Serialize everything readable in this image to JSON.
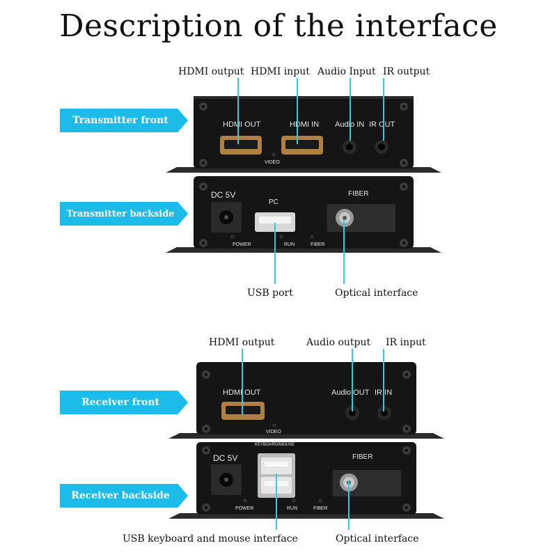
{
  "title": "Description of the interface",
  "callouts": {
    "tx_hdmi_output": "HDMI output",
    "tx_hdmi_input": "HDMI input",
    "tx_audio_input": "Audio Input",
    "tx_ir_output": "IR output",
    "tx_usb_port": "USB port",
    "tx_optical": "Optical interface",
    "rx_hdmi_output": "HDMI output",
    "rx_audio_output": "Audio output",
    "rx_ir_input": "IR input",
    "rx_usb_keyboard_mouse": "USB keyboard and mouse interface",
    "rx_optical": "Optical interface"
  },
  "tags": {
    "transmitter_front": "Transmitter front",
    "transmitter_back": "Transmitter backside",
    "receiver_front": "Receiver front",
    "receiver_back": "Receiver backside"
  },
  "panel_labels": {
    "hdmi_out": "HDMI OUT",
    "hdmi_in": "HDMI IN",
    "audio_in": "Audio IN",
    "ir_out": "IR OUT",
    "video": "VIDEO",
    "dc5v": "DC 5V",
    "pc": "PC",
    "fiber": "FIBER",
    "power": "POWER",
    "run": "RUN",
    "fiber_led": "FIBER",
    "audio_out": "Audio OUT",
    "ir_in": "IR IN",
    "keyboard_mouse": "KEYBOARD/MOUSE"
  },
  "colors": {
    "accent": "#1dbbe8",
    "callout_line": "#35c8e4",
    "device_body": "#151515"
  }
}
